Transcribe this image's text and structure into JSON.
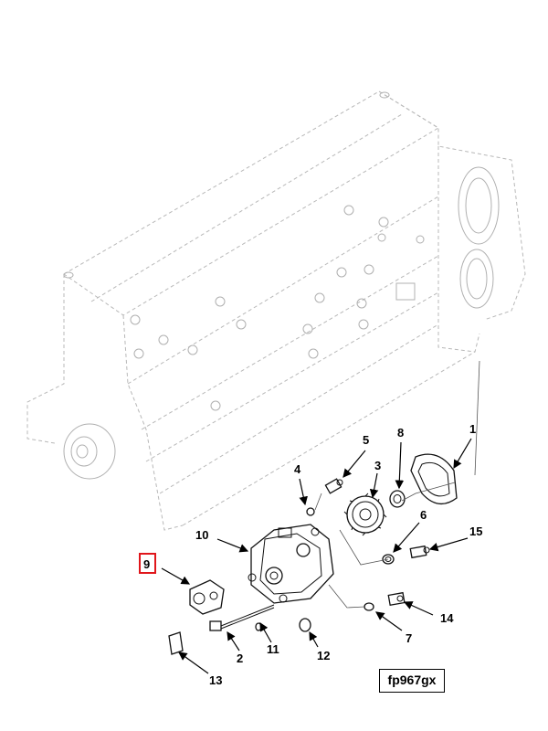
{
  "figure_ref": "fp967gx",
  "highlighted_callout": "9",
  "highlight_color": "#e0161b",
  "callouts": {
    "c1": "1",
    "c2": "2",
    "c3": "3",
    "c4": "4",
    "c5": "5",
    "c6": "6",
    "c7": "7",
    "c8": "8",
    "c9": "9",
    "c10": "10",
    "c11": "11",
    "c12": "12",
    "c13": "13",
    "c14": "14",
    "c15": "15"
  }
}
